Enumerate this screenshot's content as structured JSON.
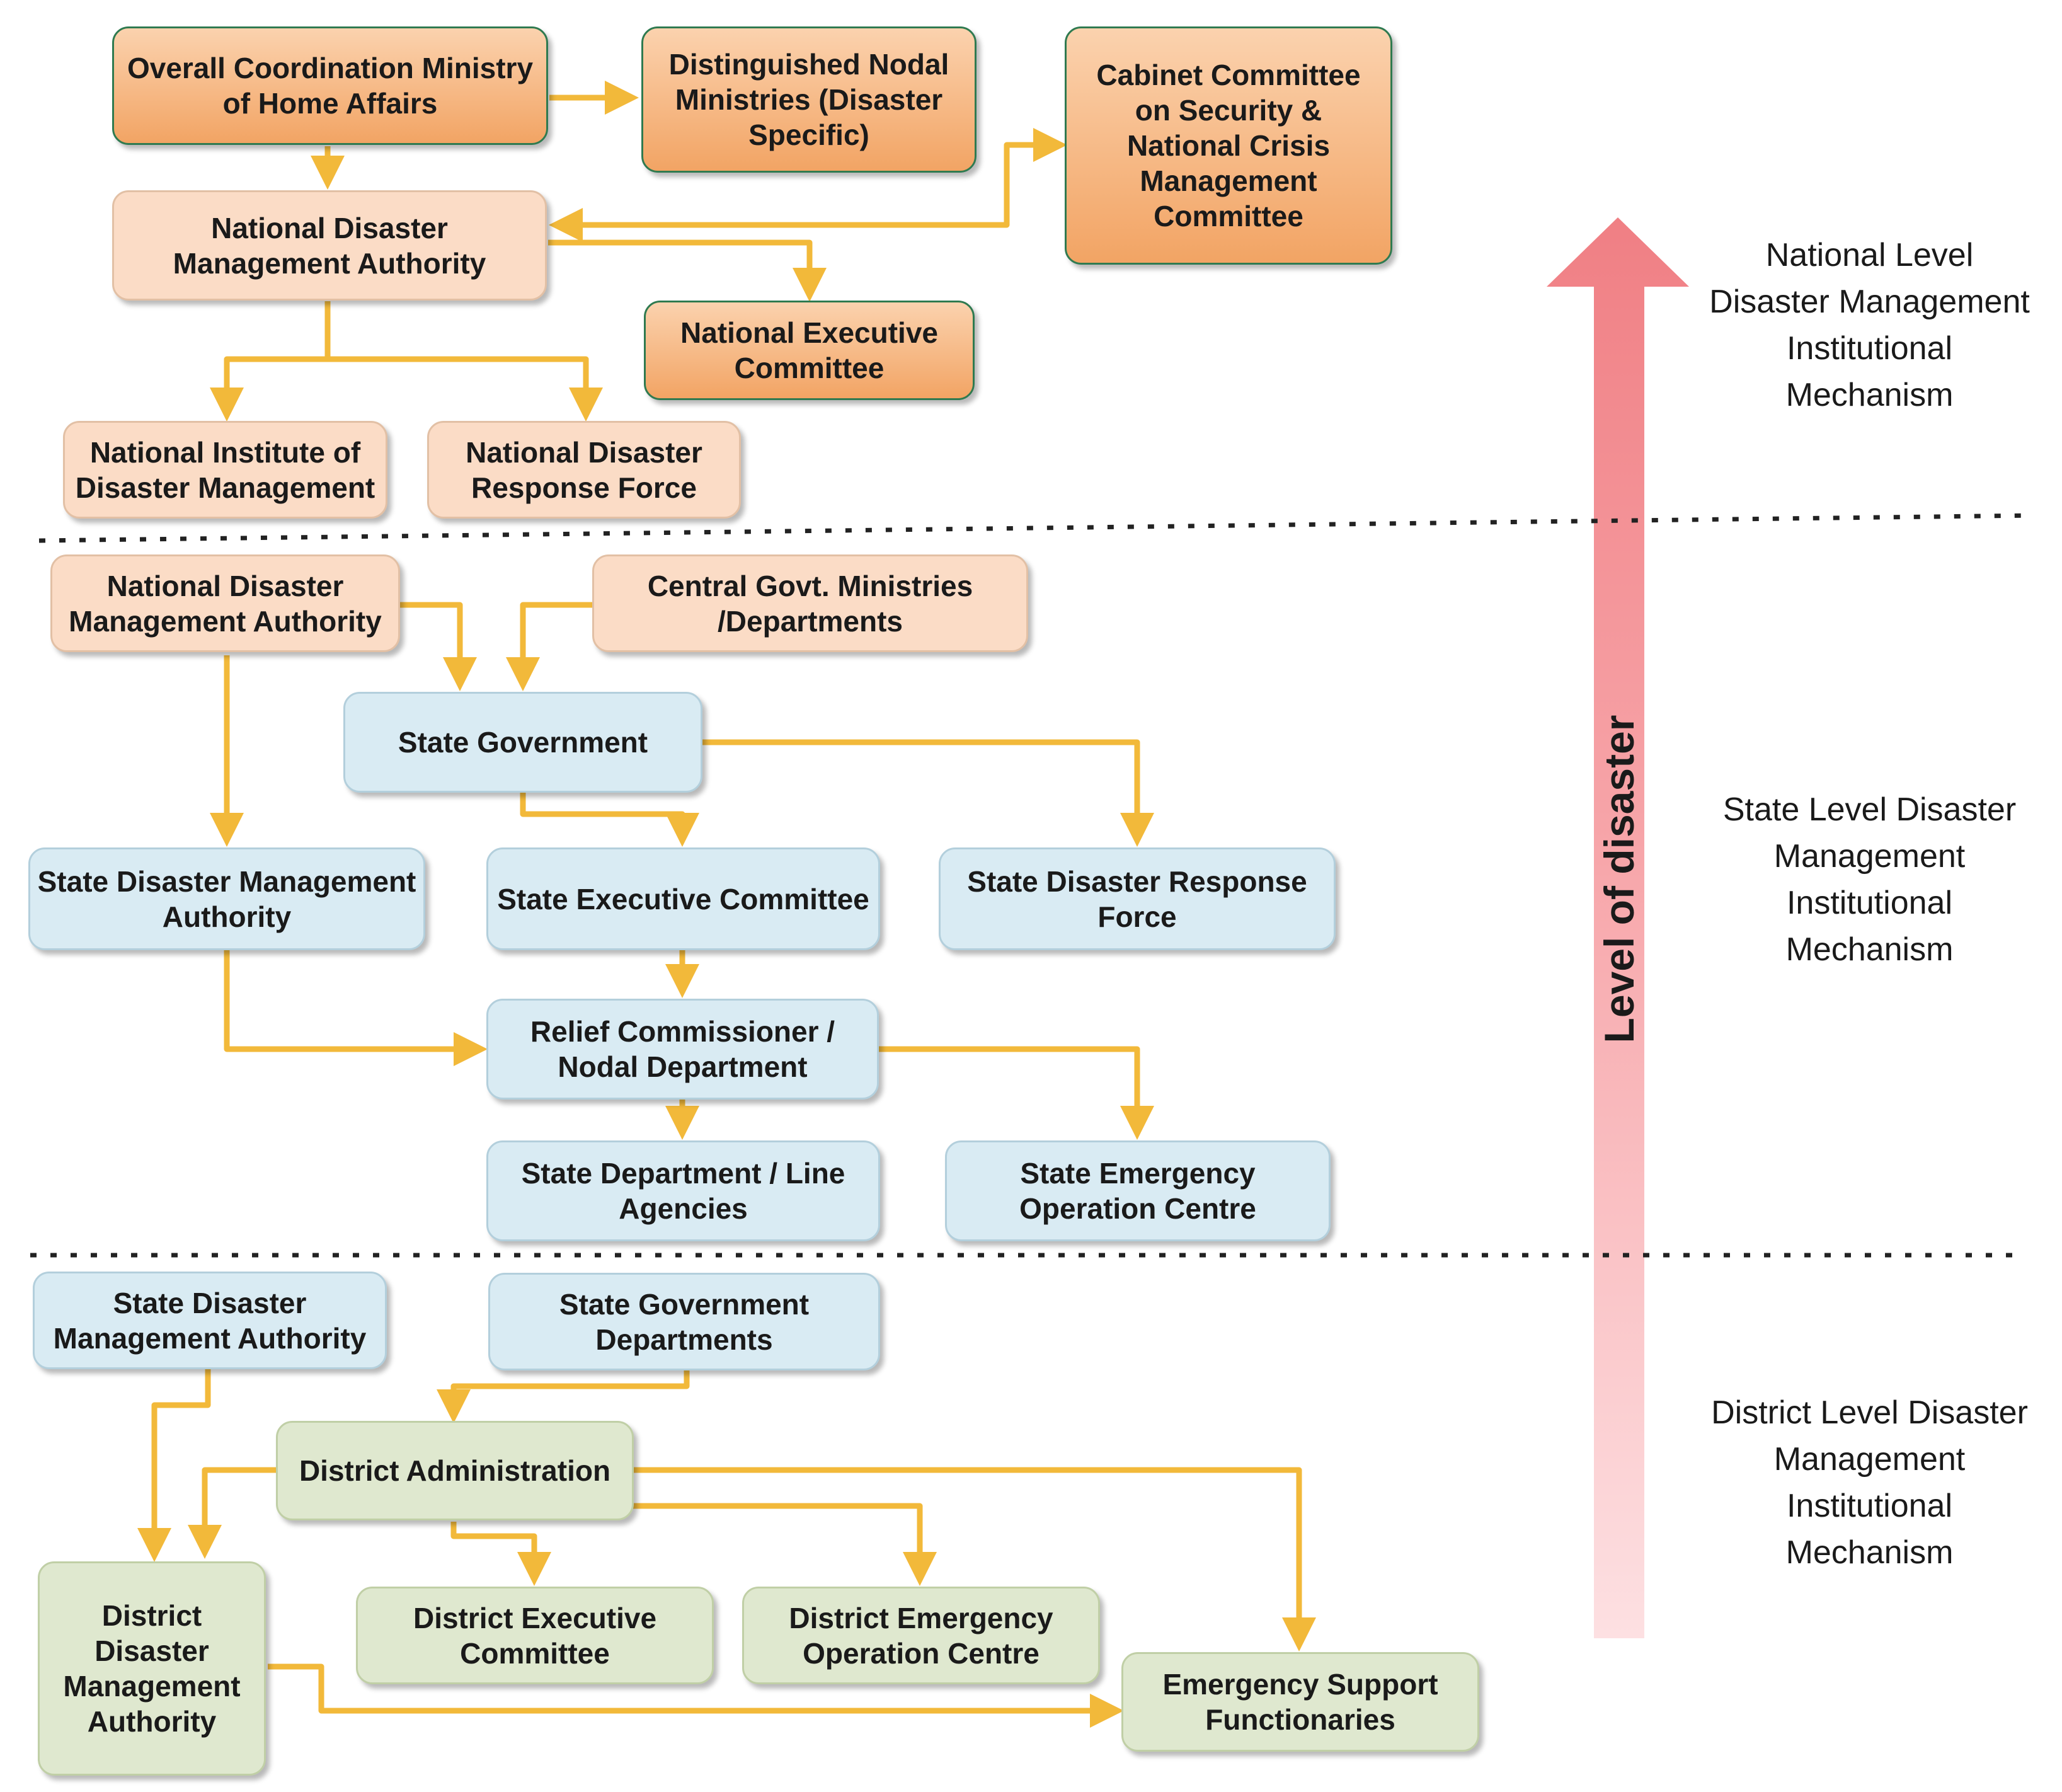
{
  "colors": {
    "connector": "#f2b93a",
    "national_box": "#f3a86a",
    "national_light_box": "#fbdcc6",
    "state_box": "#d9ebf3",
    "district_box": "#dfe8cf",
    "level_arrow": "#f07f84"
  },
  "national": {
    "mha": "Overall Coordination Ministry\nof Home Affairs",
    "nodal_ministries": "Distinguished Nodal\nMinistries (Disaster\nSpecific)",
    "cabinet_committee": "Cabinet Committee\non Security &\nNational Crisis\nManagement\nCommittee",
    "ndma": "National Disaster\nManagement Authority",
    "nec": "National Executive\nCommittee",
    "nidm": "National Institute of\nDisaster Management",
    "ndrf": "National Disaster\nResponse Force"
  },
  "state": {
    "ndma": "National Disaster\nManagement Authority",
    "central_ministries": "Central Govt.  Ministries\n/Departments",
    "state_government": "State Government",
    "sdma": "State Disaster Management\nAuthority",
    "sec": "State Executive Committee",
    "sdrf": "State Disaster Response\nForce",
    "relief_commissioner": "Relief Commissioner /\nNodal Department",
    "line_agencies": "State Department / Line\nAgencies",
    "seoc": "State Emergency\nOperation Centre"
  },
  "district": {
    "sdma": "State Disaster\nManagement Authority",
    "state_govt_departments": "State Government\nDepartments",
    "district_administration": "District Administration",
    "ddma": "District\nDisaster\nManagement\nAuthority",
    "dec": "District Executive\nCommittee",
    "deoc": "District Emergency\nOperation Centre",
    "esf": "Emergency Support\nFunctionaries"
  },
  "levels": {
    "national": "National Level\nDisaster Management\nInstitutional\nMechanism",
    "state": "State Level Disaster\nManagement\nInstitutional\nMechanism",
    "district": "District Level Disaster\nManagement\nInstitutional\nMechanism"
  },
  "level_arrow_label": "Level of disaster"
}
